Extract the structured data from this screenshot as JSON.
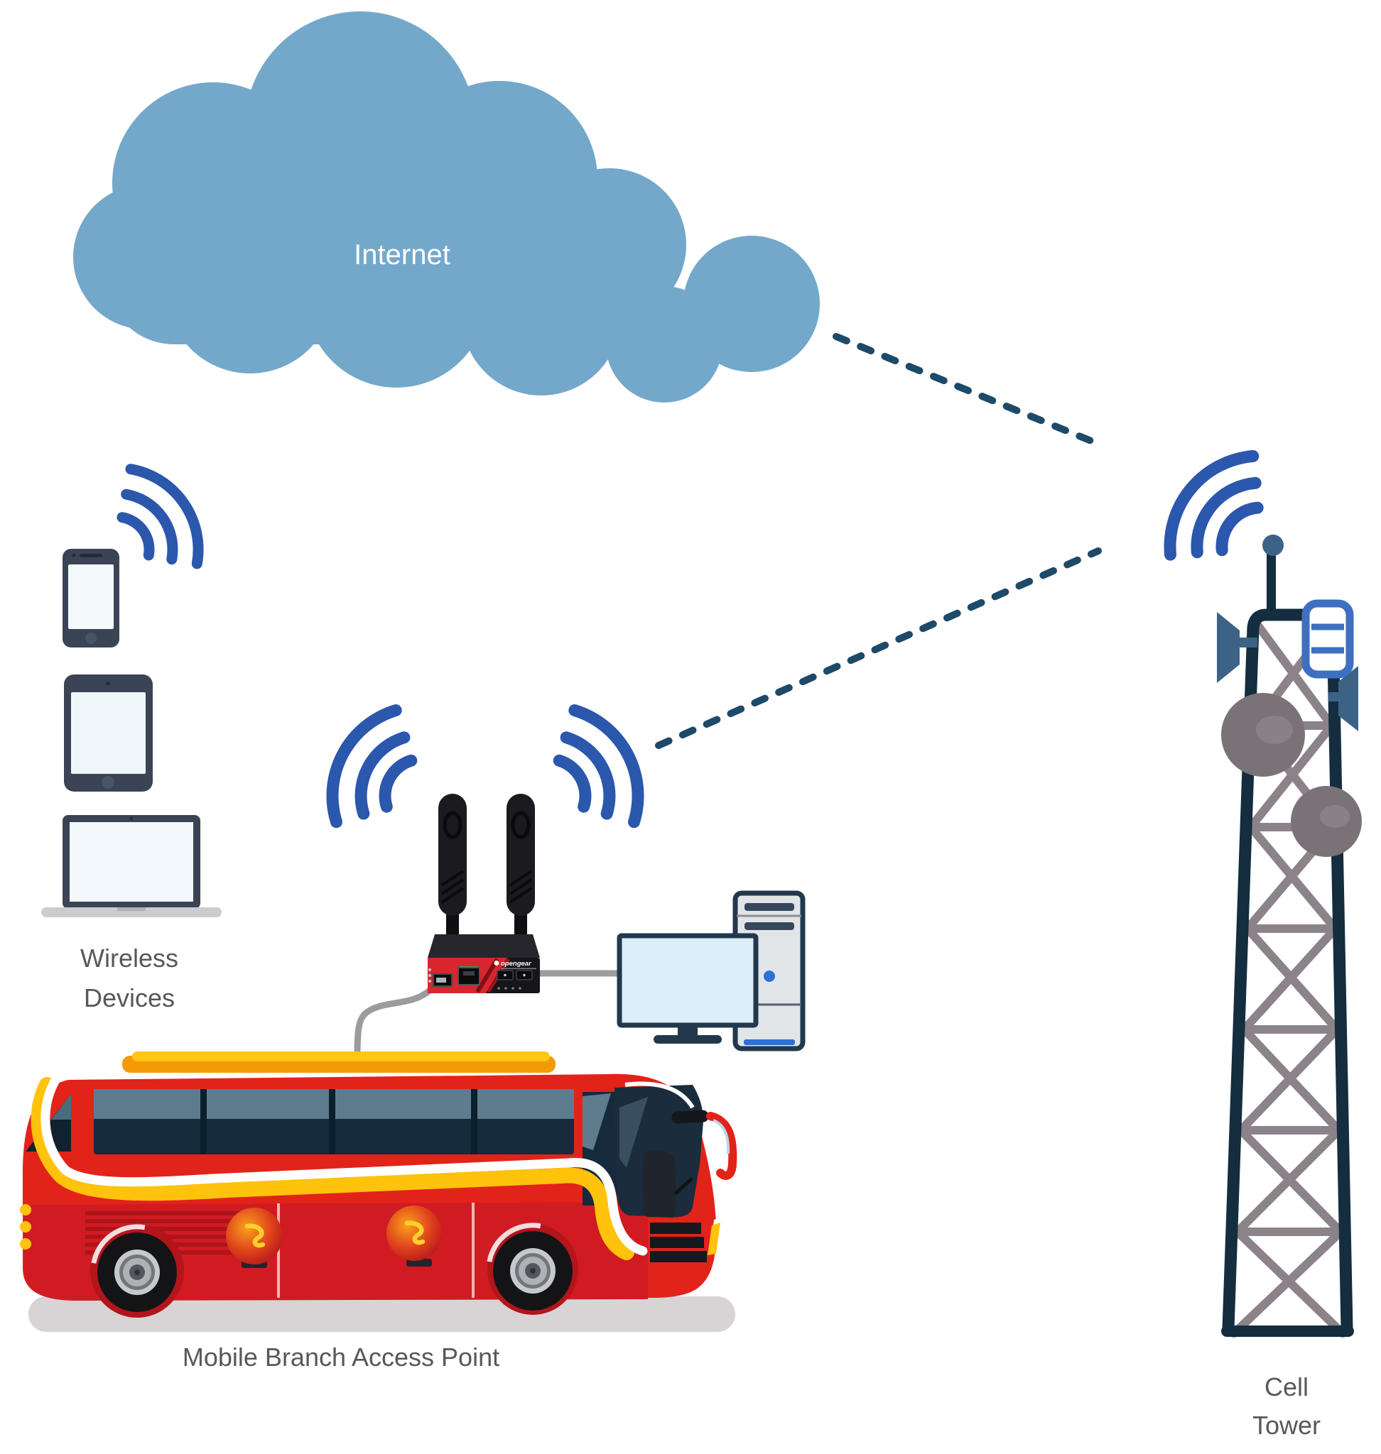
{
  "cloud": {
    "label": "Internet"
  },
  "wireless_devices": {
    "label_lines": [
      "Wireless",
      "Devices"
    ],
    "items": [
      "smartphone",
      "tablet",
      "laptop"
    ]
  },
  "access_point": {
    "label": "Mobile Branch Access Point",
    "brand": "opengear",
    "mounted_on": "bus",
    "wired_peer": "desktop-computer"
  },
  "cell_tower": {
    "label_lines": [
      "Cell",
      "Tower"
    ]
  },
  "connections": [
    {
      "from": "internet-cloud",
      "to": "cell-tower",
      "style": "dashed"
    },
    {
      "from": "cell-tower",
      "to": "mobile-branch-access-point",
      "style": "dashed"
    }
  ],
  "icons": [
    "wifi-signal-icon",
    "cloud-icon",
    "cell-tower-icon",
    "bus-icon",
    "router-icon",
    "desktop-computer-icon",
    "smartphone-icon",
    "tablet-icon",
    "laptop-icon"
  ],
  "colors": {
    "cloud": "#74A8CB",
    "cloud_text": "#FFFFFF",
    "wifi_blue": "#2B57AD",
    "dash_navy": "#1D4A68",
    "label_gray": "#57585A",
    "bus_red": "#E2231A",
    "bus_dark_red": "#D01B22",
    "bus_yellow": "#FFC20D",
    "rack_orange": "#F49A06",
    "router_red": "#D8252E",
    "tower_navy": "#142D3F",
    "steel_blue": "#3C6385",
    "antenna_blue": "#3E6FC0",
    "drum_gray": "#7B7278",
    "lattice_gray": "#8B8389",
    "device_slate": "#3B4454",
    "cable_gray": "#9C9C9C",
    "screen_blue": "#DCEEF8",
    "window_navy": "#152B3C",
    "window_slate": "#5E7C8E"
  }
}
